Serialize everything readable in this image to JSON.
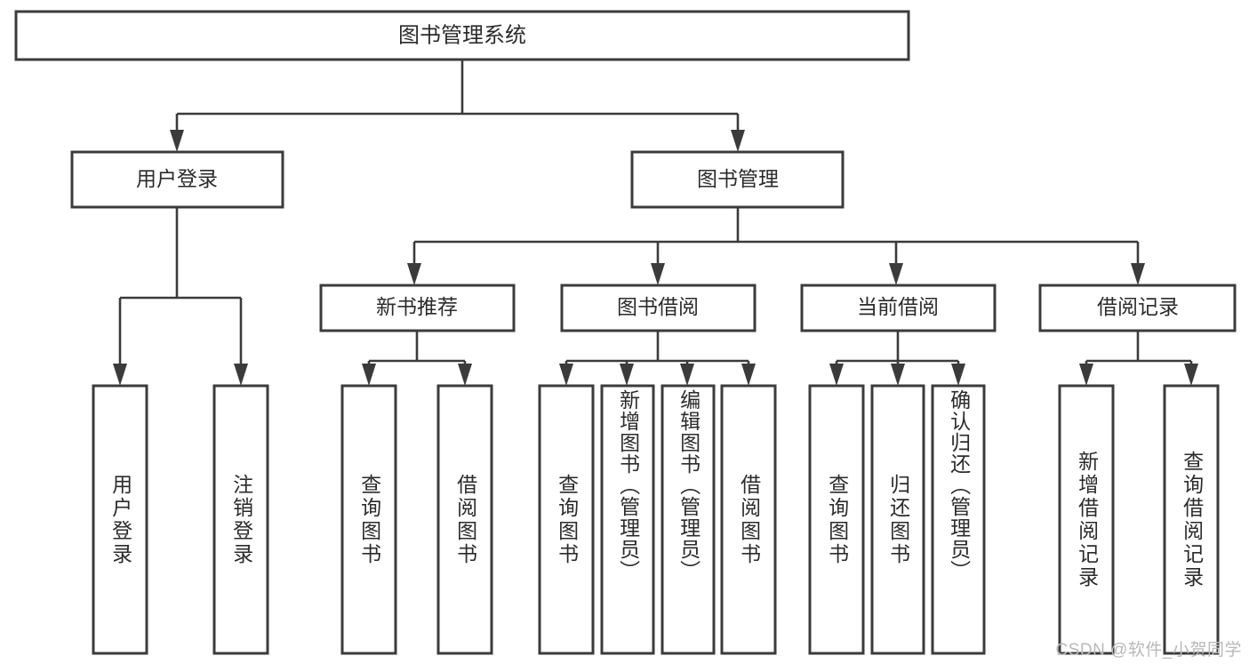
{
  "diagram": {
    "title": "图书管理系统",
    "type": "tree-hierarchy-diagram",
    "watermark": "CSDN @软件_小贺同学",
    "colors": {
      "box_stroke": "#3b3b3b",
      "box_fill": "#ffffff",
      "text": "#2b2b2b",
      "connector": "#3b3b3b",
      "watermark": "#b9b9b9",
      "background": "#ffffff"
    },
    "root": {
      "label": "图书管理系统"
    },
    "level2": [
      {
        "label": "用户登录"
      },
      {
        "label": "图书管理"
      }
    ],
    "level3": [
      {
        "label": "新书推荐"
      },
      {
        "label": "图书借阅"
      },
      {
        "label": "当前借阅"
      },
      {
        "label": "借阅记录"
      }
    ],
    "leaves": {
      "user_login": [
        {
          "label": "用户登录"
        },
        {
          "label": "注销登录"
        }
      ],
      "new_book_recommend": [
        {
          "label": "查询图书"
        },
        {
          "label": "借阅图书"
        }
      ],
      "book_borrow": [
        {
          "label": "查询图书"
        },
        {
          "label": "新增图书（管理员）"
        },
        {
          "label": "编辑图书（管理员）"
        },
        {
          "label": "借阅图书"
        }
      ],
      "current_borrow": [
        {
          "label": "查询图书"
        },
        {
          "label": "归还图书"
        },
        {
          "label": "确认归还（管理员）"
        }
      ],
      "borrow_record": [
        {
          "label": "新增借阅记录"
        },
        {
          "label": "查询借阅记录"
        }
      ]
    }
  }
}
